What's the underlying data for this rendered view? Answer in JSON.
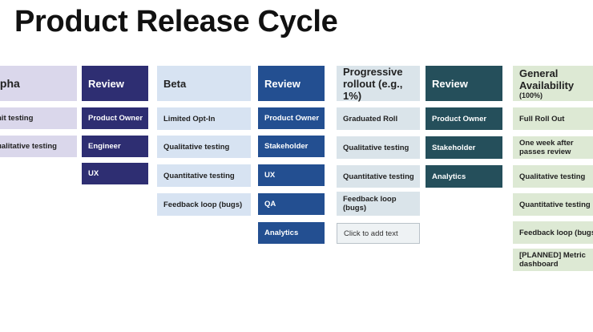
{
  "title": "Product Release Cycle",
  "colors": {
    "alpha_light": "#dad7eb",
    "review_dark_purple": "#2e2e72",
    "beta_light": "#d7e3f2",
    "review_blue": "#234f91",
    "progressive_light": "#dae4ea",
    "review_teal": "#254f5b",
    "ga_light": "#dde9d4"
  },
  "columns": [
    {
      "id": "alpha",
      "header": "lpha",
      "header_sub": "",
      "items": [
        "nit testing",
        "ualitative testing"
      ]
    },
    {
      "id": "review-1",
      "header": "Review",
      "header_sub": "",
      "items": [
        "Product Owner",
        "Engineer",
        "UX"
      ]
    },
    {
      "id": "beta",
      "header": "Beta",
      "header_sub": "",
      "items": [
        "Limited Opt-In",
        "Qualitative testing",
        "Quantitative testing",
        "Feedback loop (bugs)"
      ]
    },
    {
      "id": "review-2",
      "header": "Review",
      "header_sub": "",
      "items": [
        "Product Owner",
        "Stakeholder",
        "UX",
        "QA",
        "Analytics"
      ]
    },
    {
      "id": "progressive",
      "header": "Progressive rollout (e.g., 1%)",
      "header_sub": "",
      "items": [
        "Graduated Roll",
        "Qualitative testing",
        "Quantitative testing",
        "Feedback loop (bugs)"
      ],
      "placeholder": "Click to add text"
    },
    {
      "id": "review-3",
      "header": "Review",
      "header_sub": "",
      "items": [
        "Product Owner",
        "Stakeholder",
        "Analytics"
      ]
    },
    {
      "id": "ga",
      "header": "General Availability",
      "header_sub": "(100%)",
      "items": [
        "Full Roll Out",
        "One week after passes review",
        "Qualitative testing",
        "Quantitative testing",
        "Feedback loop (bugs",
        "[PLANNED] Metric dashboard"
      ]
    }
  ]
}
